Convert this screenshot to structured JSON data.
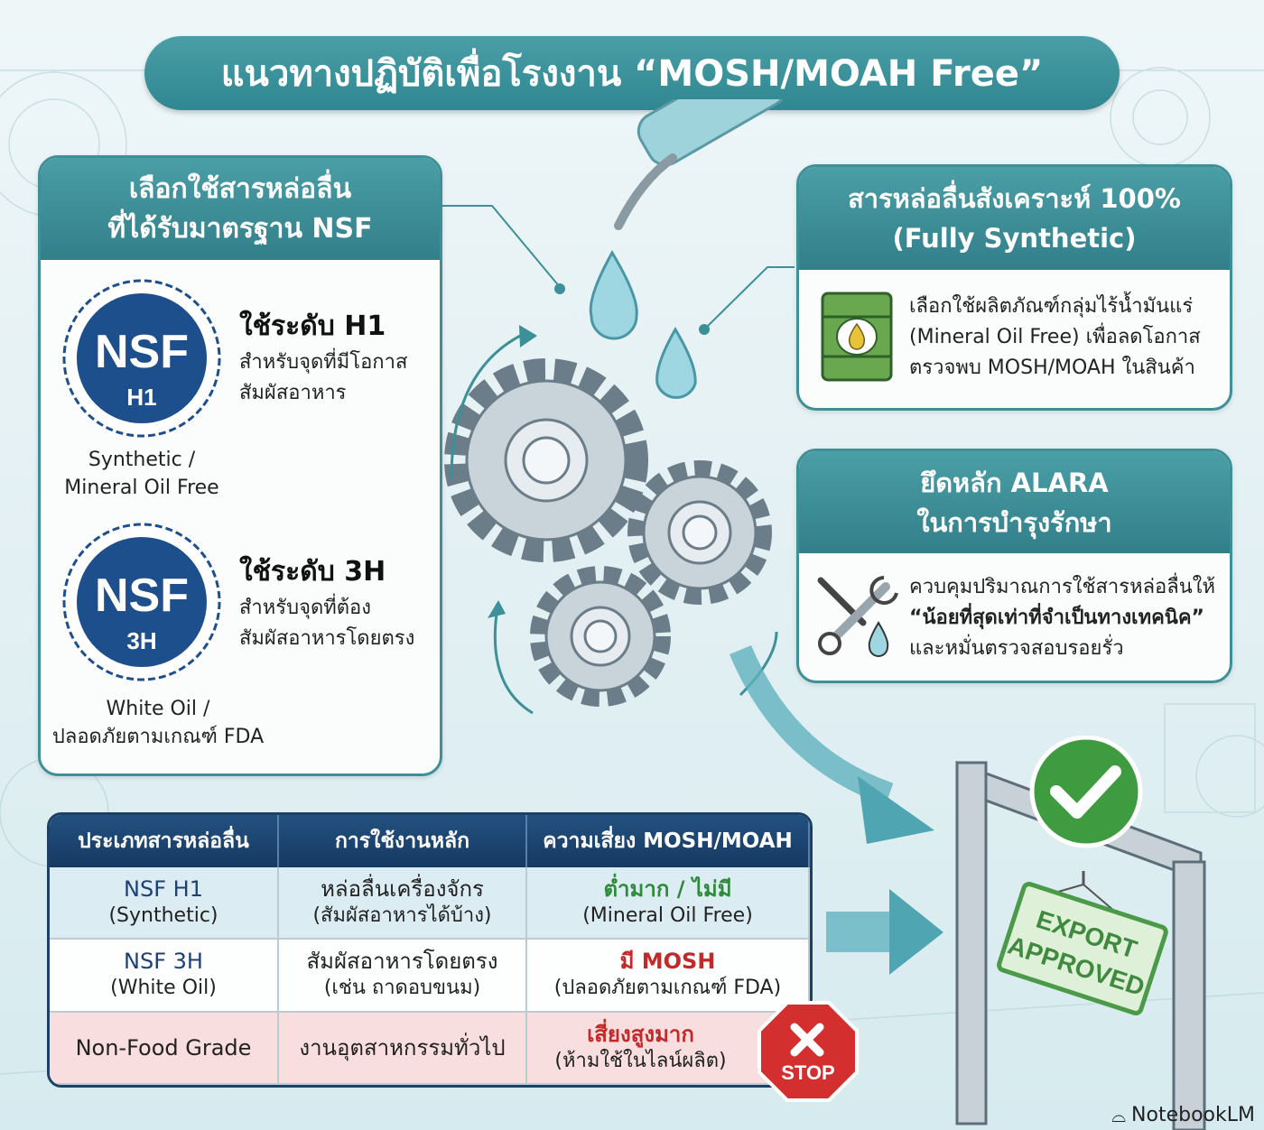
{
  "title": "แนวทางปฏิบัติเพื่อโรงงาน “MOSH/MOAH Free”",
  "nsf_card": {
    "header_line1": "เลือกใช้สารหล่อลื่น",
    "header_line2": "ที่ได้รับมาตรฐาน NSF",
    "badges": [
      {
        "logo": "NSF",
        "grade": "H1",
        "level": "ใช้ระดับ H1",
        "desc1": "สำหรับจุดที่มีโอกาส",
        "desc2": "สัมผัสอาหาร",
        "caption1": "Synthetic /",
        "caption2": "Mineral Oil Free"
      },
      {
        "logo": "NSF",
        "grade": "3H",
        "level": "ใช้ระดับ 3H",
        "desc1": "สำหรับจุดที่ต้อง",
        "desc2": "สัมผัสอาหารโดยตรง",
        "caption1": "White Oil /",
        "caption2": "ปลอดภัยตามเกณฑ์ FDA"
      }
    ]
  },
  "synthetic_card": {
    "header_line1": "สารหล่อลื่นสังเคราะห์ 100%",
    "header_line2": "(Fully Synthetic)",
    "icon": "oil-barrel-icon",
    "text1": "เลือกใช้ผลิตภัณฑ์กลุ่มไร้น้ำมันแร่",
    "text2": "(Mineral Oil Free) เพื่อลดโอกาส",
    "text3": "ตรวจพบ MOSH/MOAH ในสินค้า"
  },
  "alara_card": {
    "header_line1": "ยึดหลัก ALARA",
    "header_line2": "ในการบำรุงรักษา",
    "icon": "tools-icon",
    "text1": "ควบคุมปริมาณการใช้สารหล่อลื่นให้",
    "text2": "“น้อยที่สุดเท่าที่จำเป็นทางเทคนิค”",
    "text3": "และหมั่นตรวจสอบรอยรั่ว"
  },
  "table": {
    "headers": [
      "ประเภทสารหล่อลื่น",
      "การใช้งานหลัก",
      "ความเสี่ยง MOSH/MOAH"
    ],
    "rows": [
      {
        "type": "NSF H1",
        "type_sub": "(Synthetic)",
        "use": "หล่อลื่นเครื่องจักร",
        "use_sub": "(สัมผัสอาหารได้บ้าง)",
        "risk": "ต่ำมาก / ไม่มี",
        "risk_sub": "(Mineral Oil Free)"
      },
      {
        "type": "NSF 3H",
        "type_sub": "(White Oil)",
        "use": "สัมผัสอาหารโดยตรง",
        "use_sub": "(เช่น ถาดอบขนม)",
        "risk": "มี MOSH",
        "risk_sub": "(ปลอดภัยตามเกณฑ์ FDA)"
      },
      {
        "type": "Non-Food Grade",
        "type_sub": "",
        "use": "งานอุตสาหกรรมทั่วไป",
        "use_sub": "",
        "risk": "เสี่ยงสูงมาก",
        "risk_sub": "(ห้ามใช้ในไลน์ผลิต)"
      }
    ]
  },
  "stop_sign": "STOP",
  "gate_sign": {
    "line1": "EXPORT",
    "line2": "APPROVED"
  },
  "watermark": "NotebookLM",
  "colors": {
    "teal": "#3d8f98",
    "navy": "#1e3f66",
    "green": "#2f8a3c",
    "red": "#c22a2a"
  }
}
